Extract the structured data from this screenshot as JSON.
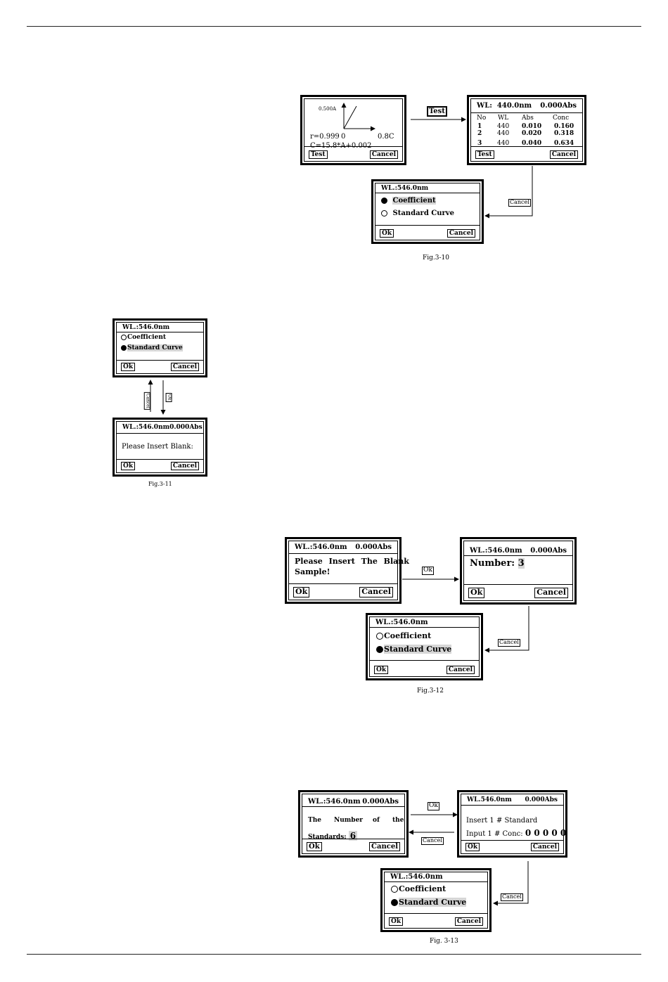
{
  "fig310": {
    "graph": {
      "y_tick": "0.500A",
      "r": "r=0.999",
      "origin": "0",
      "x_end": "0.8C",
      "equation": "C=15.8*A+0.002",
      "test": "Test",
      "cancel": "Cancel"
    },
    "arrow_label": "Test",
    "table": {
      "wl_label": "WL:",
      "wl": "440.0nm",
      "abs": "0.000Abs",
      "headers": [
        "No",
        "WL",
        "Abs",
        "Conc"
      ],
      "rows": [
        [
          "1",
          "440",
          "0.010",
          "0.160"
        ],
        [
          "2",
          "440",
          "0.020",
          "0.318"
        ],
        [
          "3",
          "440",
          "0.040",
          "0.634"
        ]
      ],
      "test": "Test",
      "cancel": "Cancel"
    },
    "cancel_label": "Cancel",
    "menu": {
      "wl": "WL.:546.0nm",
      "opt1": "Coefficient",
      "opt2": "Standard Curve",
      "ok": "Ok",
      "cancel": "Cancel"
    },
    "caption": "Fig.3-10"
  },
  "fig311": {
    "menu": {
      "wl": "WL.:546.0nm",
      "opt1": "Coefficient",
      "opt2": "Standard Curve",
      "ok": "Ok",
      "cancel": "Cancel"
    },
    "cancel_label": "Cancel",
    "ok_label": "Ok",
    "blank": {
      "wl": "WL.:546.0nm",
      "abs": "0.000Abs",
      "msg": "Please Insert Blank:",
      "ok": "Ok",
      "cancel": "Cancel"
    },
    "caption": "Fig.3-11"
  },
  "fig312": {
    "blank": {
      "wl": "WL.:546.0nm",
      "abs": "0.000Abs",
      "msg1": "Please Insert The Blank",
      "msg2": "Sample!",
      "ok": "Ok",
      "cancel": "Cancel"
    },
    "ok_label": "Ok",
    "number": {
      "wl": "WL.:546.0nm",
      "abs": "0.000Abs",
      "label": "Number:",
      "value": "3",
      "ok": "Ok",
      "cancel": "Cancel"
    },
    "cancel_label": "Cancel",
    "menu": {
      "wl": "WL.:546.0nm",
      "opt1": "Coefficient",
      "opt2": "Standard Curve",
      "ok": "Ok",
      "cancel": "Cancel"
    },
    "caption": "Fig.3-12"
  },
  "fig313": {
    "count": {
      "wl": "WL.:546.0nm",
      "abs": "0.000Abs",
      "w1": "The",
      "w2": "Number",
      "w3": "of",
      "w4": "the",
      "label": "Standards:",
      "value": "6",
      "ok": "Ok",
      "cancel": "Cancel"
    },
    "ok_label": "Ok",
    "cancel_label_mid": "Cancel",
    "std": {
      "wl": "WL.546.0nm",
      "abs": "0.000Abs",
      "line1": "Insert 1 # Standard",
      "line2": "Input 1 # Conc:",
      "conc": "0 0 0 0 0",
      "ok": "Ok",
      "cancel": "Cancel"
    },
    "cancel_label": "Cancel",
    "menu": {
      "wl": "WL.:546.0nm",
      "opt1": "Coefficient",
      "opt2": "Standard Curve",
      "ok": "Ok",
      "cancel": "Cancel"
    },
    "caption": "Fig. 3-13"
  }
}
